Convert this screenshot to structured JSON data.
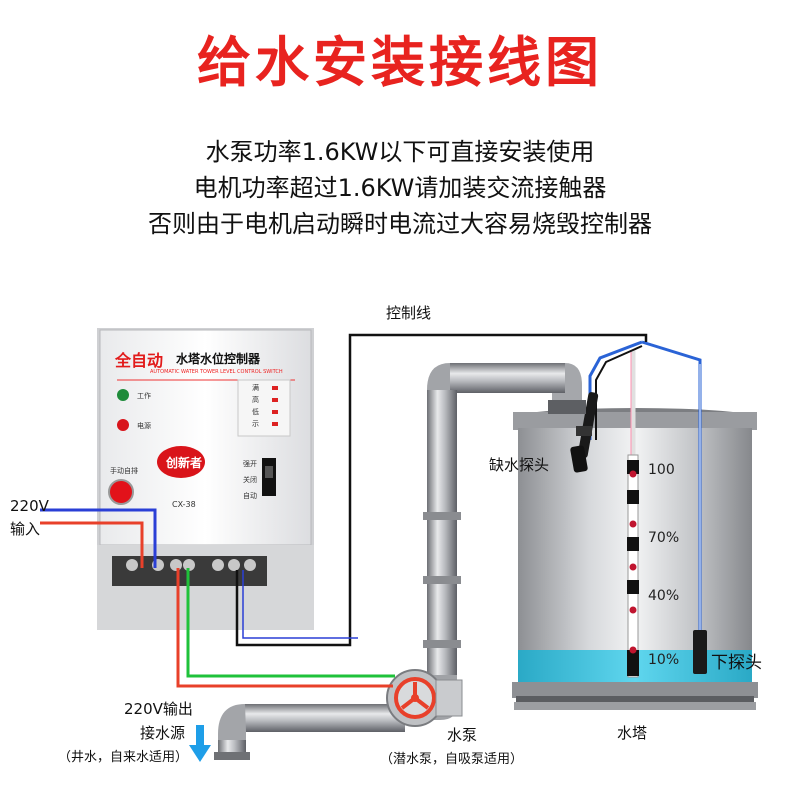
{
  "title": "给水安装接线图",
  "notes": [
    "水泵功率1.6KW以下可直接安装使用",
    "电机功率超过1.6KW请加装交流接触器",
    "否则由于电机启动瞬时电流过大容易烧毁控制器"
  ],
  "labels": {
    "control_line": "控制线",
    "low_water_probe": "缺水探头",
    "lower_probe": "下探头",
    "water_tower": "水塔",
    "pump": "水泵",
    "pump_note": "（潜水泵，自吸泵适用）",
    "water_source": "接水源",
    "water_source_note": "（井水，自来水适用）",
    "input_voltage": "220V",
    "input_label": "输入",
    "output_label": "220V输出"
  },
  "levels": [
    "100",
    "70%",
    "40%",
    "10%"
  ],
  "controller": {
    "title": "全自动",
    "subtitle": "水塔水位控制器",
    "tagline": "AUTOMATIC WATER TOWER LEVEL CONTROL SWITCH",
    "brand": "创新者",
    "model": "CX-38",
    "indicator_work": "工作",
    "indicator_power": "电源",
    "level_marks": [
      "满",
      "高",
      "低",
      "示"
    ],
    "manual_reset": "手动自排",
    "switch_labels": [
      "强开",
      "关闭",
      "自动"
    ]
  },
  "colors": {
    "title": "#e8231f",
    "wire_blue": "#2a3fd6",
    "wire_red": "#e8402a",
    "wire_green": "#1fc23a",
    "water": "#39c2de",
    "arrow": "#1e9ee8"
  }
}
